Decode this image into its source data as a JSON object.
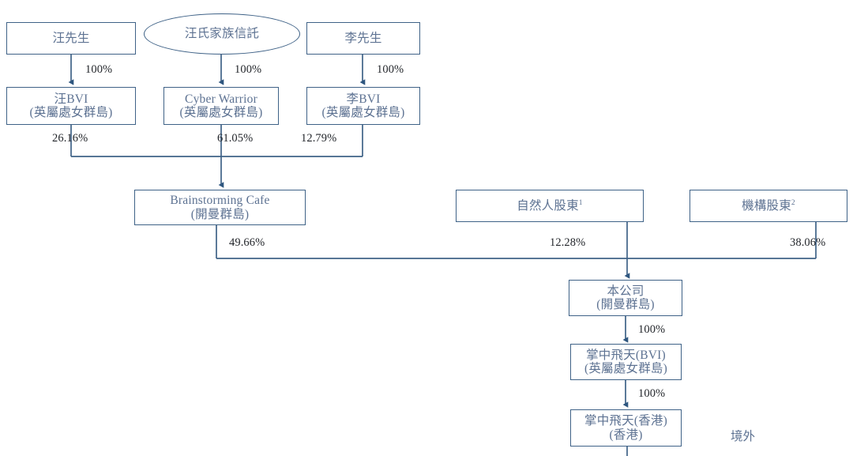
{
  "diagram": {
    "type": "org-ownership-structure",
    "title": "",
    "colors": {
      "box_border": "#3f6287",
      "box_text": "#5d7292",
      "edge_line": "#3f6287",
      "percent_text": "#23262b",
      "background": "#ffffff"
    },
    "nodes": [
      {
        "id": "wang-mr",
        "shape": "rect",
        "line1": "汪先生",
        "line2": ""
      },
      {
        "id": "wang-family-trust",
        "shape": "ellipse",
        "line1": "汪氏家族信託",
        "line2": ""
      },
      {
        "id": "li-mr",
        "shape": "rect",
        "line1": "李先生",
        "line2": ""
      },
      {
        "id": "wang-bvi",
        "shape": "rect",
        "line1": "汪BVI",
        "line2": "(英屬處女群島)"
      },
      {
        "id": "cyber-warrior",
        "shape": "rect",
        "line1": "Cyber Warrior",
        "line2": "(英屬處女群島)"
      },
      {
        "id": "li-bvi",
        "shape": "rect",
        "line1": "李BVI",
        "line2": "(英屬處女群島)"
      },
      {
        "id": "brainstorming-cafe",
        "shape": "rect",
        "line1": "Brainstorming Cafe",
        "line2": "(開曼群島)"
      },
      {
        "id": "natural-person-shareholders",
        "shape": "rect",
        "line1": "自然人股東",
        "line2": "",
        "superscript": "1"
      },
      {
        "id": "institutional-shareholders",
        "shape": "rect",
        "line1": "機構股東",
        "line2": "",
        "superscript": "2"
      },
      {
        "id": "the-company",
        "shape": "rect",
        "line1": "本公司",
        "line2": "(開曼群島)"
      },
      {
        "id": "zzft-bvi",
        "shape": "rect",
        "line1": "掌中飛天(BVI)",
        "line2": "(英屬處女群島)"
      },
      {
        "id": "zzft-hk",
        "shape": "rect",
        "line1": "掌中飛天(香港)",
        "line2": "(香港)"
      }
    ],
    "edges": [
      {
        "id": "wang-to-wangbvi",
        "from": "wang-mr",
        "to": "wang-bvi",
        "percent": "100%"
      },
      {
        "id": "trust-to-cyberwarrior",
        "from": "wang-family-trust",
        "to": "cyber-warrior",
        "percent": "100%"
      },
      {
        "id": "li-to-libvi",
        "from": "li-mr",
        "to": "li-bvi",
        "percent": "100%"
      },
      {
        "id": "wangbvi-to-cafe",
        "from": "wang-bvi",
        "to": "brainstorming-cafe",
        "percent": "26.16%"
      },
      {
        "id": "cyberwarrior-to-cafe",
        "from": "cyber-warrior",
        "to": "brainstorming-cafe",
        "percent": "61.05%"
      },
      {
        "id": "libvi-to-cafe",
        "from": "li-bvi",
        "to": "brainstorming-cafe",
        "percent": "12.79%"
      },
      {
        "id": "cafe-to-company",
        "from": "brainstorming-cafe",
        "to": "the-company",
        "percent": "49.66%"
      },
      {
        "id": "natural-to-company",
        "from": "natural-person-shareholders",
        "to": "the-company",
        "percent": "12.28%"
      },
      {
        "id": "institutional-to-company",
        "from": "institutional-shareholders",
        "to": "the-company",
        "percent": "38.06%"
      },
      {
        "id": "company-to-zzftbvi",
        "from": "the-company",
        "to": "zzft-bvi",
        "percent": "100%"
      },
      {
        "id": "zzftbvi-to-zzfthk",
        "from": "zzft-bvi",
        "to": "zzft-hk",
        "percent": "100%"
      }
    ],
    "region_labels": [
      {
        "id": "offshore",
        "text": "境外"
      }
    ]
  }
}
